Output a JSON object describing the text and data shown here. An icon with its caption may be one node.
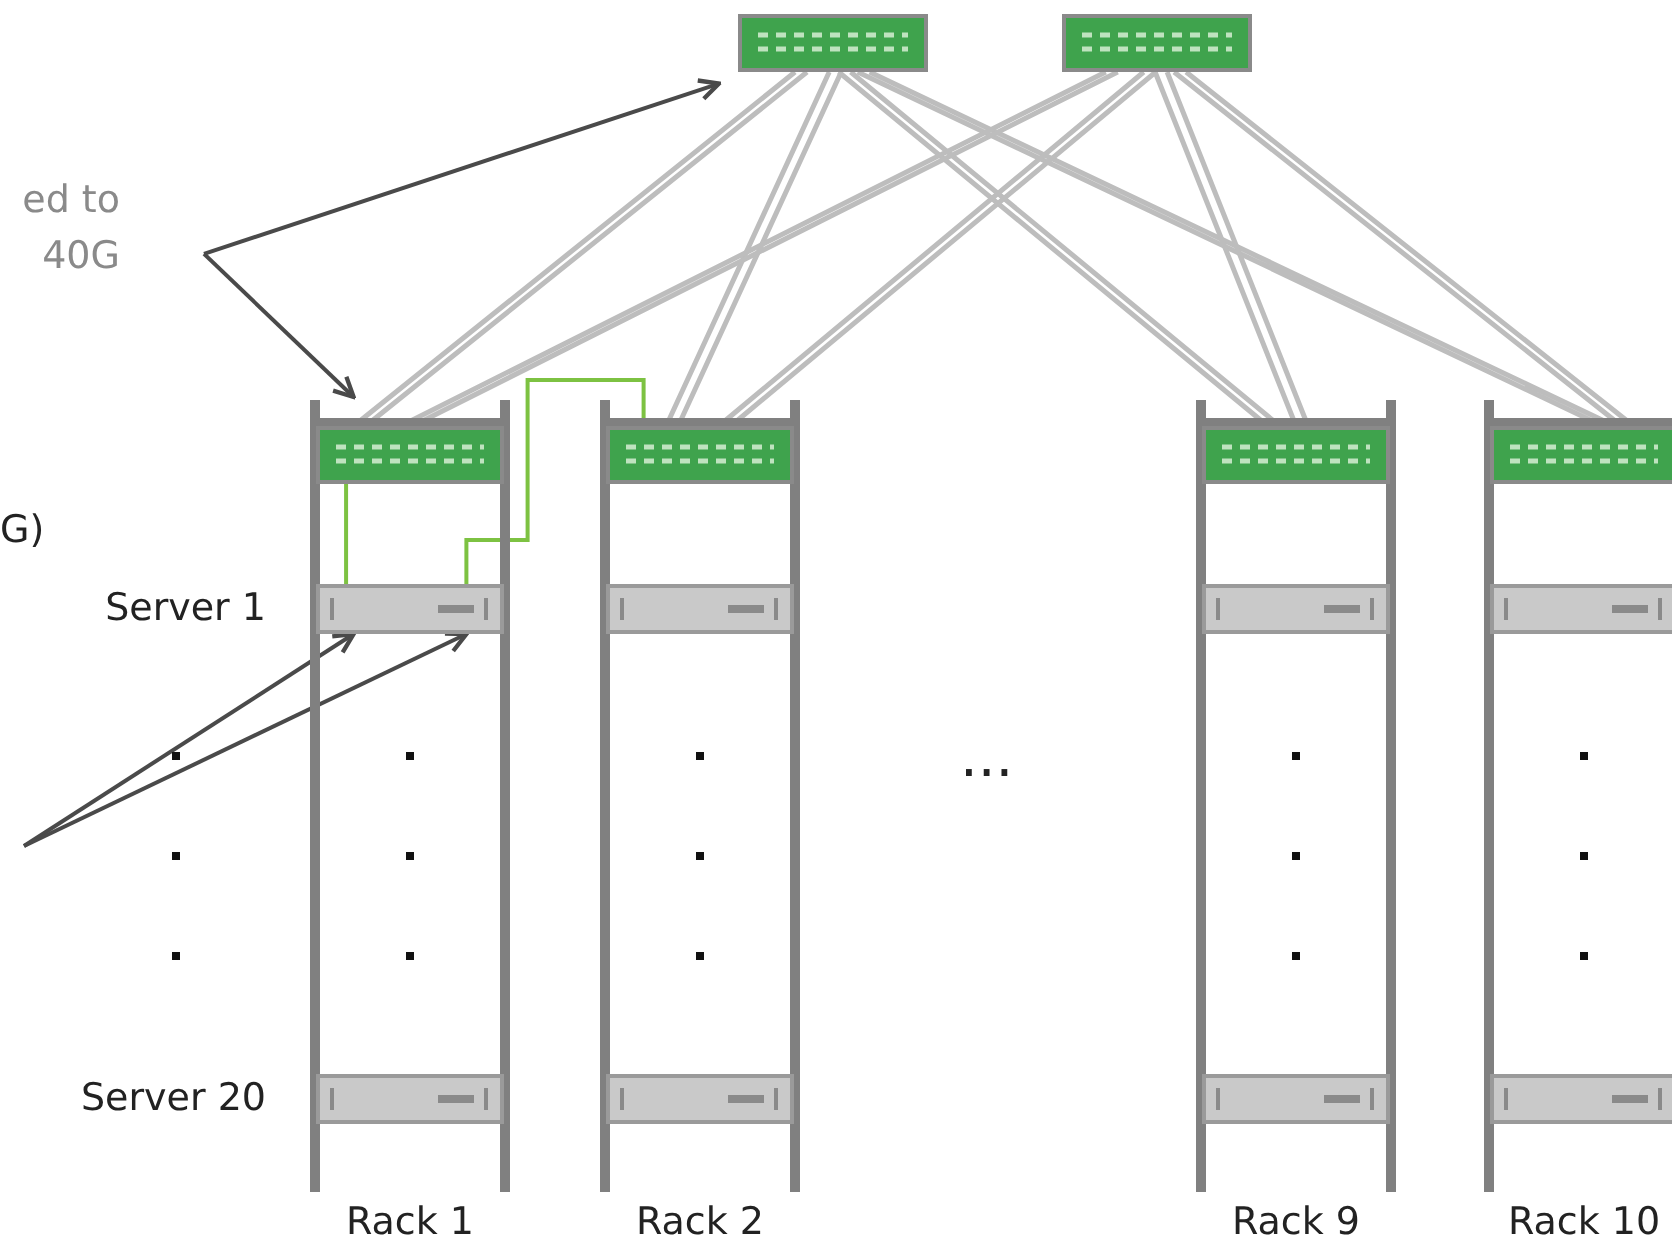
{
  "diagram": {
    "nodes": [
      {
        "text": [
          "ed to 40G"
        ]
      },
      {
        "text": [],
        "shape": "box"
      },
      {
        "text": [],
        "shape": "box"
      },
      {
        "text": [
          "Rack 1"
        ]
      },
      {
        "text": [],
        "shape": "box",
        "in": 3
      },
      {
        "text": [],
        "shape": "box",
        "in": 3,
        "beside": [
          "Server 1"
        ]
      },
      {
        "text": [],
        "shape": "box",
        "in": 3,
        "beside": [
          "Server 20"
        ]
      },
      {
        "text": [
          "Rack 2"
        ]
      },
      {
        "text": [],
        "shape": "box",
        "in": 7
      },
      {
        "text": [],
        "shape": "box",
        "in": 7
      },
      {
        "text": [],
        "shape": "box",
        "in": 7
      },
      {
        "text": [
          "Rack 9"
        ]
      },
      {
        "text": [],
        "shape": "box",
        "in": 11
      },
      {
        "text": [],
        "shape": "box",
        "in": 11
      },
      {
        "text": [],
        "shape": "box",
        "in": 11
      },
      {
        "text": [
          "Rack 10"
        ]
      },
      {
        "text": [],
        "shape": "box",
        "in": 15
      },
      {
        "text": [],
        "shape": "box",
        "in": 15
      },
      {
        "text": [],
        "shape": "box",
        "in": 15
      }
    ],
    "edges": [
      {
        "from": 0,
        "to": 1,
        "arrow": "to",
        "color": "#4a4a4a"
      },
      {
        "from": 0,
        "to": 4,
        "arrow": "to",
        "color": "#4a4a4a"
      },
      {
        "from": null,
        "to": 5,
        "arrow": "to",
        "color": "#4a4a4a"
      },
      {
        "from": null,
        "to": 5,
        "arrow": "to",
        "color": "#4a4a4a"
      },
      {
        "from": 1,
        "to": 4,
        "arrow": "none"
      },
      {
        "from": 1,
        "to": 8,
        "arrow": "none"
      },
      {
        "from": 1,
        "to": 12,
        "arrow": "none"
      },
      {
        "from": 1,
        "to": 16,
        "arrow": "none"
      },
      {
        "from": 2,
        "to": 4,
        "arrow": "none"
      },
      {
        "from": 2,
        "to": 8,
        "arrow": "none"
      },
      {
        "from": 2,
        "to": 12,
        "arrow": "none"
      },
      {
        "from": 2,
        "to": 16,
        "arrow": "none"
      },
      {
        "from": 4,
        "to": 5,
        "arrow": "none",
        "color": "#7dc242"
      },
      {
        "from": 8,
        "to": 5,
        "arrow": "none",
        "color": "#7dc242"
      }
    ],
    "labels": [
      "G)",
      "..."
    ]
  }
}
